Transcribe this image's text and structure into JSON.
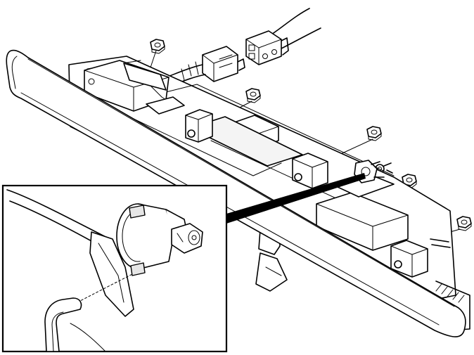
{
  "diagram": {
    "kind": "exploded-assembly-illustration",
    "line_color": "#000000",
    "background_color": "#ffffff",
    "parts": {
      "cover_strip": "cover-strip",
      "wiring_harness": "wiring-harness-with-connector",
      "mounting_nuts": 6,
      "light_units": 3,
      "lamp_socket": "lamp-socket",
      "mounting_bracket": "mounting-bracket"
    },
    "detail_inset": {
      "frame": "detail-inset-frame",
      "shows": "lamp-holder-twist-lock"
    }
  }
}
